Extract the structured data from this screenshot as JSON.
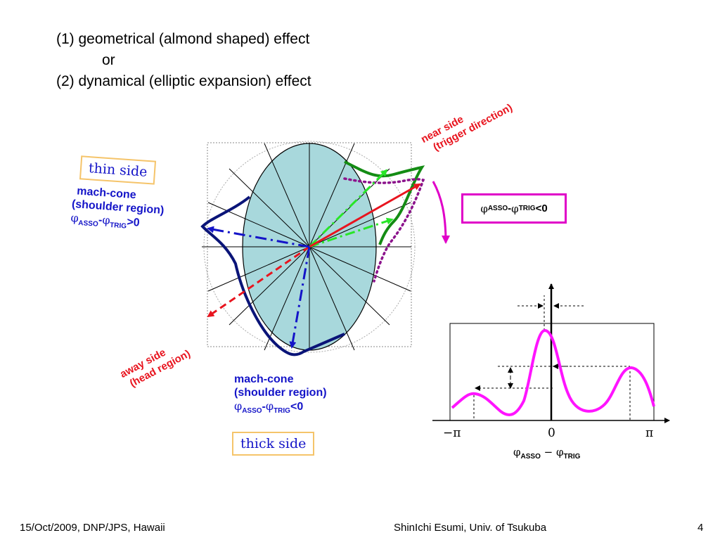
{
  "title": {
    "line1": "(1) geometrical (almond shaped) effect",
    "line2": "or",
    "line3": "(2) dynamical (elliptic expansion) effect"
  },
  "labels": {
    "near_side": [
      "near side",
      "(trigger direction)"
    ],
    "away_side": [
      "away side",
      "(head region)"
    ],
    "thin_side": "thin side",
    "thick_side": "thick side",
    "mach_left": [
      "mach-cone",
      "(shoulder region)"
    ],
    "mach_left_cond": {
      "phi": "φ",
      "asso": "ASSO",
      "dash": "-",
      "phi2": "φ",
      "trig": "TRIG",
      "rel": ">0"
    },
    "mach_bottom": [
      "mach-cone",
      "(shoulder region)"
    ],
    "mach_bottom_cond": {
      "phi": "φ",
      "asso": "ASSO",
      "dash": "-",
      "phi2": "φ",
      "trig": "TRIG",
      "rel": "<0"
    },
    "near_cond": {
      "phi": "φ",
      "asso": "ASSO",
      "dash": "-",
      "phi2": "φ",
      "trig": "TRIG",
      "rel": "<0"
    }
  },
  "plot": {
    "tick_left": "−π",
    "tick_mid": "0",
    "tick_right": "π",
    "xlabel": {
      "phi": "φ",
      "asso": "ASSO",
      "minus": " − ",
      "phi2": "φ",
      "trig": "TRIG"
    }
  },
  "footer": {
    "left": "15/Oct/2009, DNP/JPS, Hawaii",
    "center": "ShinIchi Esumi, Univ. of Tsukuba",
    "page": "4"
  },
  "colors": {
    "red": "#e8141e",
    "blue": "#1414c8",
    "navy": "#0a1478",
    "green": "#148c14",
    "lime": "#28e628",
    "purple": "#8c148c",
    "magenta": "#ff14ff",
    "ellipse": "#a8d8dc"
  }
}
